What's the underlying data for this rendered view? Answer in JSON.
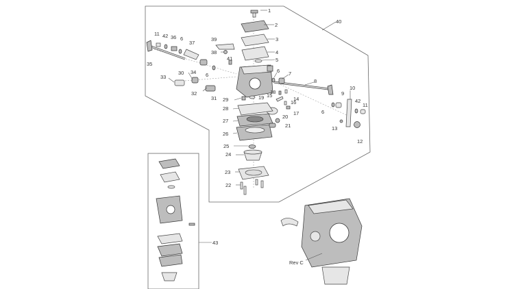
{
  "diagram": {
    "labels": {
      "p1": "1",
      "p2": "2",
      "p3": "3",
      "p4": "4",
      "p5": "5",
      "p6a": "6",
      "p6b": "6",
      "p6c": "6",
      "p6d": "6",
      "p7": "7",
      "p8": "8",
      "p9": "9",
      "p10": "10",
      "p11a": "11",
      "p11b": "11",
      "p12": "12",
      "p13": "13",
      "p14": "14",
      "p15": "15",
      "p16": "16",
      "p17": "17",
      "p18": "18",
      "p19": "19",
      "p20": "20",
      "p21": "21",
      "p22": "22",
      "p23": "23",
      "p24": "24",
      "p25": "25",
      "p26": "26",
      "p27": "27",
      "p28": "28",
      "p29": "29",
      "p30": "30",
      "p31": "31",
      "p32": "32",
      "p33": "33",
      "p34": "34",
      "p35": "35",
      "p36": "36",
      "p37": "37",
      "p38": "38",
      "p39": "39",
      "p40": "40",
      "p41": "41",
      "p42a": "42",
      "p42b": "42",
      "p43": "43"
    },
    "revision": "Rev C"
  }
}
